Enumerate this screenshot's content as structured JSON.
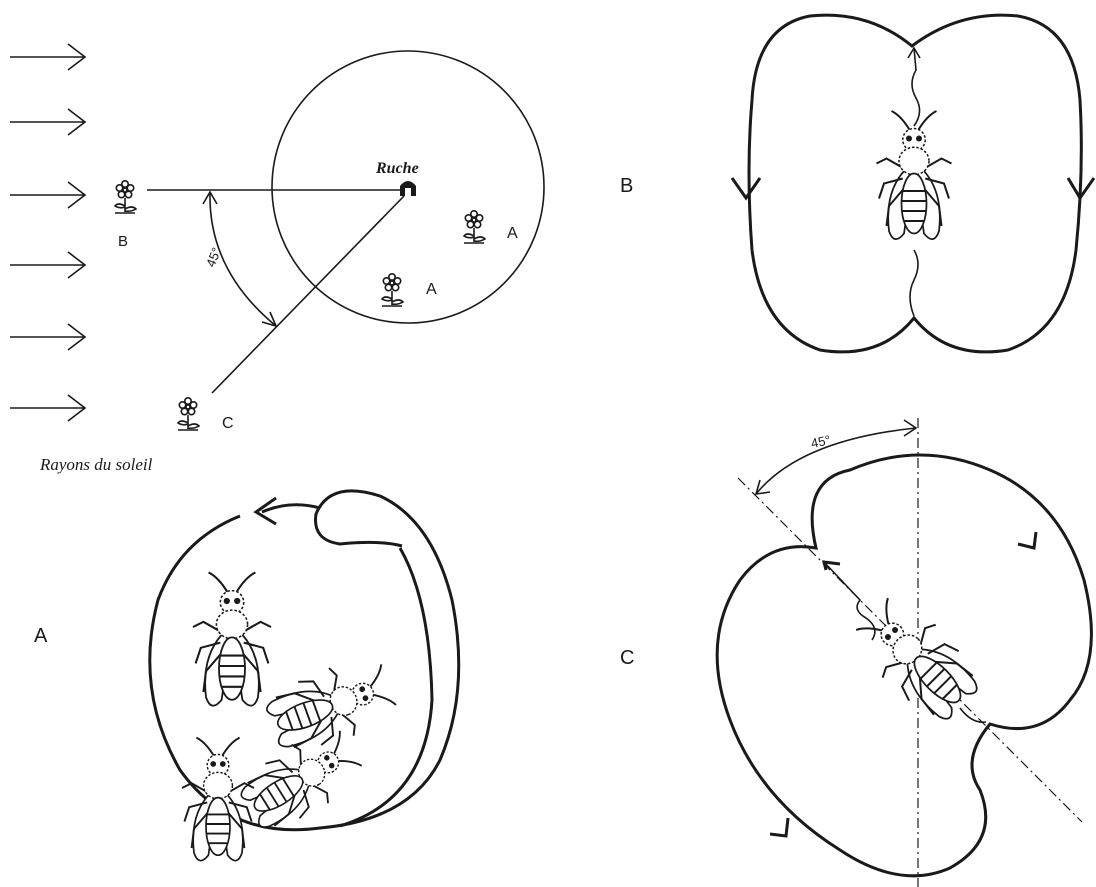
{
  "top_left": {
    "sun_rays_caption": "Rayons du soleil",
    "hive_label": "Ruche",
    "angle_label": "45°",
    "flower_labels": {
      "b": "B",
      "c": "C",
      "a_upper": "A",
      "a_lower": "A"
    }
  },
  "panel_b": {
    "label": "B"
  },
  "panel_a": {
    "label": "A"
  },
  "panel_c": {
    "label": "C",
    "angle_label": "45°"
  },
  "colors": {
    "ink": "#1a1a1a",
    "background": "#ffffff"
  },
  "icons": [
    "arrow-icon",
    "flower-icon",
    "hive-icon",
    "bee-icon"
  ]
}
